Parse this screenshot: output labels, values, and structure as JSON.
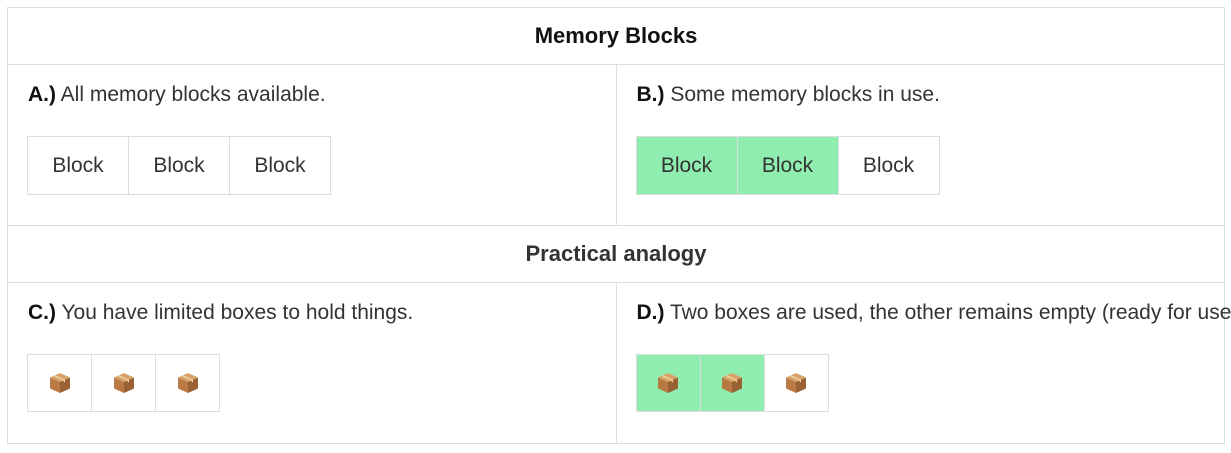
{
  "header1": "Memory Blocks",
  "header2": "Practical analogy",
  "cellA": {
    "label": "A.)",
    "text": " All memory blocks available.",
    "blocks": [
      {
        "label": "Block",
        "used": false
      },
      {
        "label": "Block",
        "used": false
      },
      {
        "label": "Block",
        "used": false
      }
    ]
  },
  "cellB": {
    "label": "B.)",
    "text": " Some memory blocks in use.",
    "blocks": [
      {
        "label": "Block",
        "used": true
      },
      {
        "label": "Block",
        "used": true
      },
      {
        "label": "Block",
        "used": false
      }
    ]
  },
  "cellC": {
    "label": "C.)",
    "text": " You have limited boxes to hold things.",
    "boxes": [
      {
        "icon": "package-icon",
        "used": false
      },
      {
        "icon": "package-icon",
        "used": false
      },
      {
        "icon": "package-icon",
        "used": false
      }
    ]
  },
  "cellD": {
    "label": "D.)",
    "text": " Two boxes are used, the other remains empty (ready for use).",
    "boxes": [
      {
        "icon": "package-icon",
        "used": true
      },
      {
        "icon": "package-icon",
        "used": true
      },
      {
        "icon": "package-icon",
        "used": false
      }
    ]
  },
  "colors": {
    "used": "#8fedaf",
    "border": "#dddddd"
  }
}
